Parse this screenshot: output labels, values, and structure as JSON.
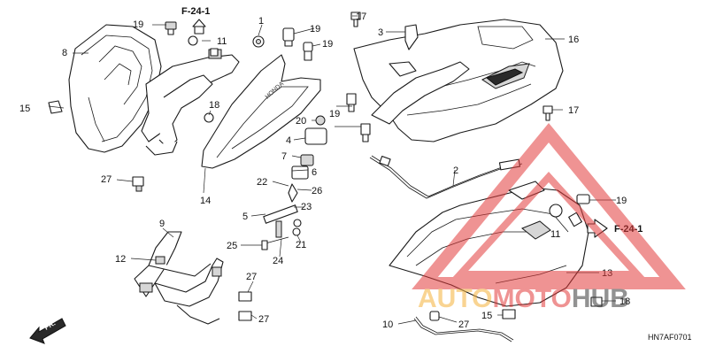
{
  "diagram": {
    "code": "HN7AF0701",
    "ref_top": "F-24-1",
    "ref_right": "F-24-1",
    "fr_label": "FR.",
    "brand_mark": "HONDA"
  },
  "callouts": {
    "c1": "1",
    "c2": "2",
    "c3": "3",
    "c4": "4",
    "c5": "5",
    "c6": "6",
    "c7": "7",
    "c8": "8",
    "c9": "9",
    "c10": "10",
    "c11a": "11",
    "c11b": "11",
    "c12": "12",
    "c13": "13",
    "c14": "14",
    "c15a": "15",
    "c15b": "15",
    "c16": "16",
    "c17a": "17",
    "c17b": "17",
    "c18a": "18",
    "c18b": "18",
    "c19a": "19",
    "c19b": "19",
    "c19c": "19",
    "c19d": "19",
    "c19e": "19",
    "c20": "20",
    "c21": "21",
    "c22": "22",
    "c23": "23",
    "c24": "24",
    "c25": "25",
    "c26": "26",
    "c27a": "27",
    "c27b": "27",
    "c27c": "27",
    "c27d": "27"
  },
  "watermark": {
    "part1": "AUTO",
    "part2": "MOTO",
    "part3": "HUB",
    "color_a": "#f5b23a",
    "color_b": "#e23b3b",
    "color_c": "#3a3a3a"
  }
}
